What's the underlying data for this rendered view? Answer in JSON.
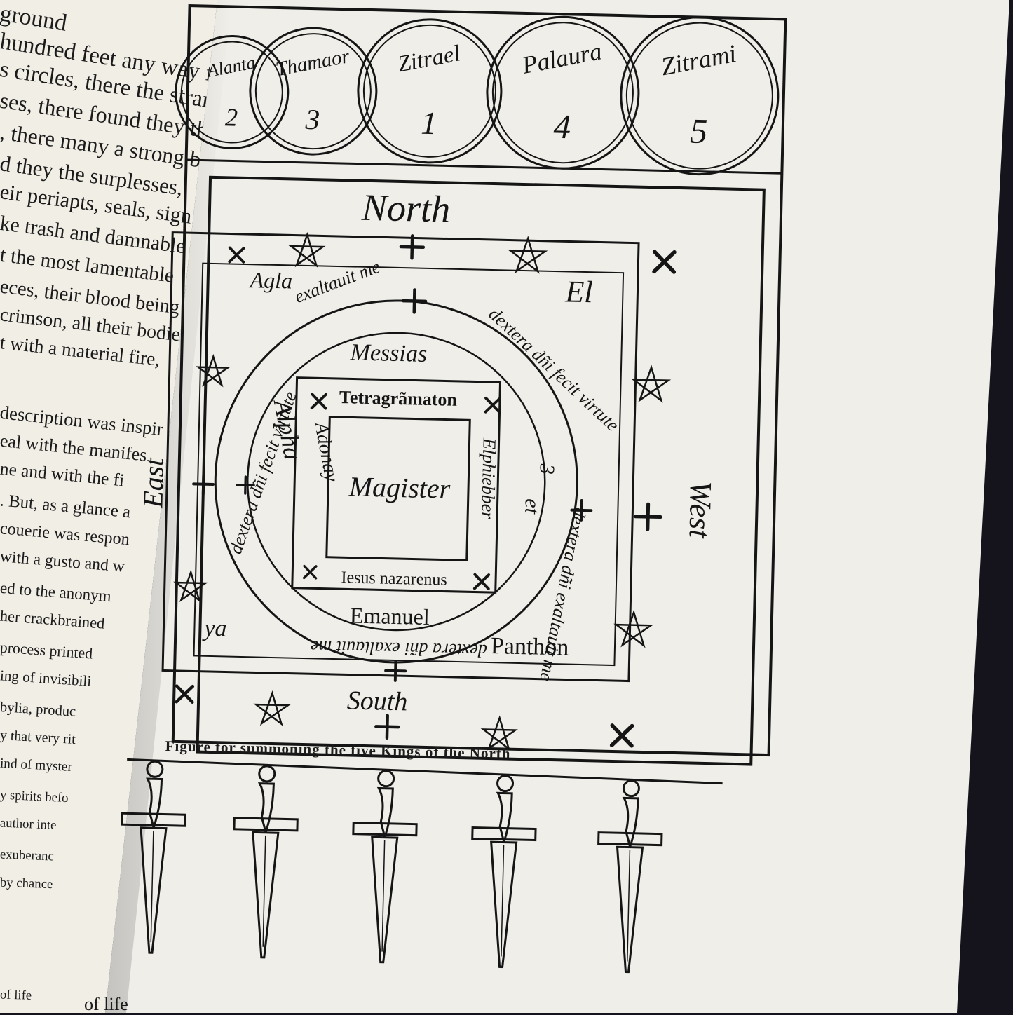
{
  "left_page": {
    "lines": [
      "ground",
      "hundred feet any way fr",
      "s circles, there the strang",
      "ses, there found they the f",
      ", there many a strong b",
      "d they the surplesses,",
      "eir periapts, seals, sign",
      "ke trash and damnable",
      "t the most lamentable",
      "eces, their blood being",
      "crimson, all their bodie",
      "t with a material fire,",
      "description was inspir",
      "eal with the manifes",
      "ne and with the fi",
      ". But, as a glance a",
      "couerie was respon",
      "with a gusto and w",
      "ed to the anonym",
      "her crackbrained",
      "process printed",
      "ing of invisibili",
      "bylia, produc",
      "y that very rit",
      "ind of myster",
      "y spirits befo",
      "author inte",
      "exuberanc",
      "by chance",
      "of life"
    ]
  },
  "figure": {
    "circles": [
      {
        "name": "Alanta",
        "number": "2"
      },
      {
        "name": "Thamaor",
        "number": "3"
      },
      {
        "name": "Zitrael",
        "number": "1"
      },
      {
        "name": "Palaura",
        "number": "4"
      },
      {
        "name": "Zitrami",
        "number": "5"
      }
    ],
    "directions": {
      "north": "North",
      "south": "South",
      "east": "East",
      "west": "West"
    },
    "corner_names": {
      "top_left": "Agla",
      "top_right": "El",
      "bottom_left": "ya",
      "bottom_right": "Panthon"
    },
    "ring_top": "exaltauit me",
    "ring_top_right": "dextera dñi fecit virtute",
    "ring_left": "dextera dñi fecit virtute",
    "ring_bottom": "dextera dñi exaltauit me",
    "ring_right": "dextera dñi exaltauit me",
    "messias": "Messias",
    "emanuel": "Emanuel",
    "inner_top": "Tetragrãmaton",
    "inner_left": "Adonay",
    "inner_right": "Elphiebber",
    "inner_bottom": "Iesus nazarenus",
    "alpha": "Alpha",
    "et_label": "et",
    "omega_label": "3",
    "center": "Magister",
    "caption": "Figure for summoning the five Kings of the North"
  },
  "bottom_left_text": "of life"
}
